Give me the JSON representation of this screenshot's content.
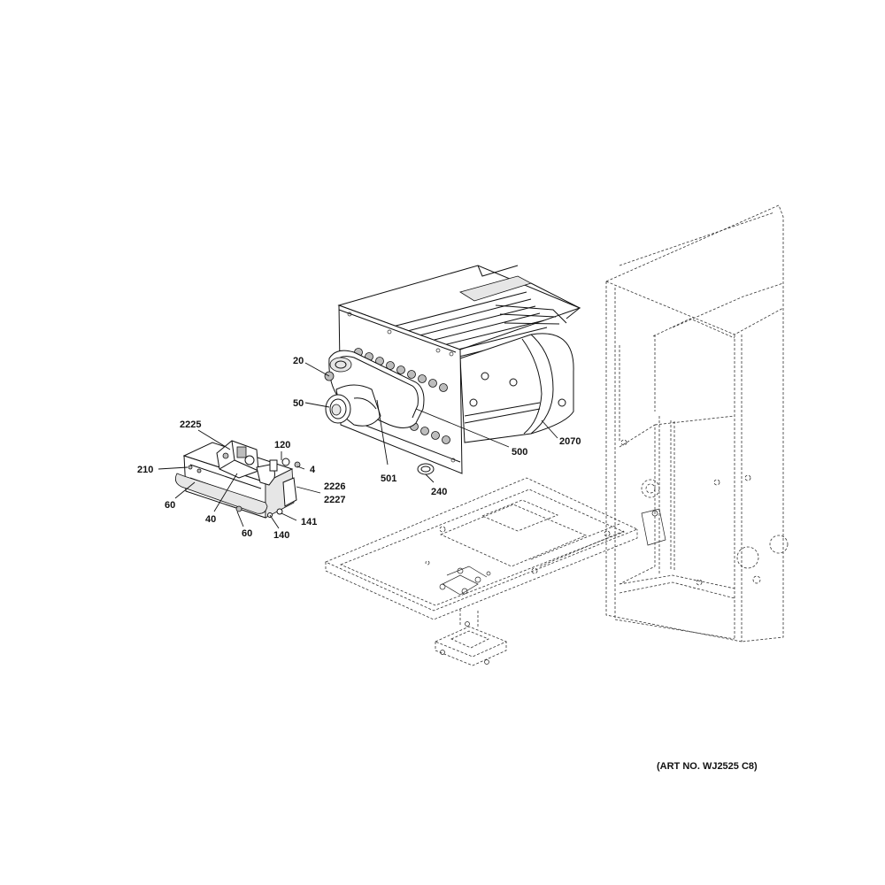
{
  "art_number": "(ART NO. WJ2525 C8)",
  "callouts": [
    {
      "id": "c-20",
      "label": "20"
    },
    {
      "id": "c-50",
      "label": "50"
    },
    {
      "id": "c-501",
      "label": "501"
    },
    {
      "id": "c-500",
      "label": "500"
    },
    {
      "id": "c-2070",
      "label": "2070"
    },
    {
      "id": "c-240",
      "label": "240"
    },
    {
      "id": "c-2225",
      "label": "2225"
    },
    {
      "id": "c-120",
      "label": "120"
    },
    {
      "id": "c-4",
      "label": "4"
    },
    {
      "id": "c-210",
      "label": "210"
    },
    {
      "id": "c-60a",
      "label": "60"
    },
    {
      "id": "c-40",
      "label": "40"
    },
    {
      "id": "c-60b",
      "label": "60"
    },
    {
      "id": "c-140",
      "label": "140"
    },
    {
      "id": "c-141",
      "label": "141"
    },
    {
      "id": "c-2226",
      "label": "2226"
    },
    {
      "id": "c-2227",
      "label": "2227"
    }
  ]
}
